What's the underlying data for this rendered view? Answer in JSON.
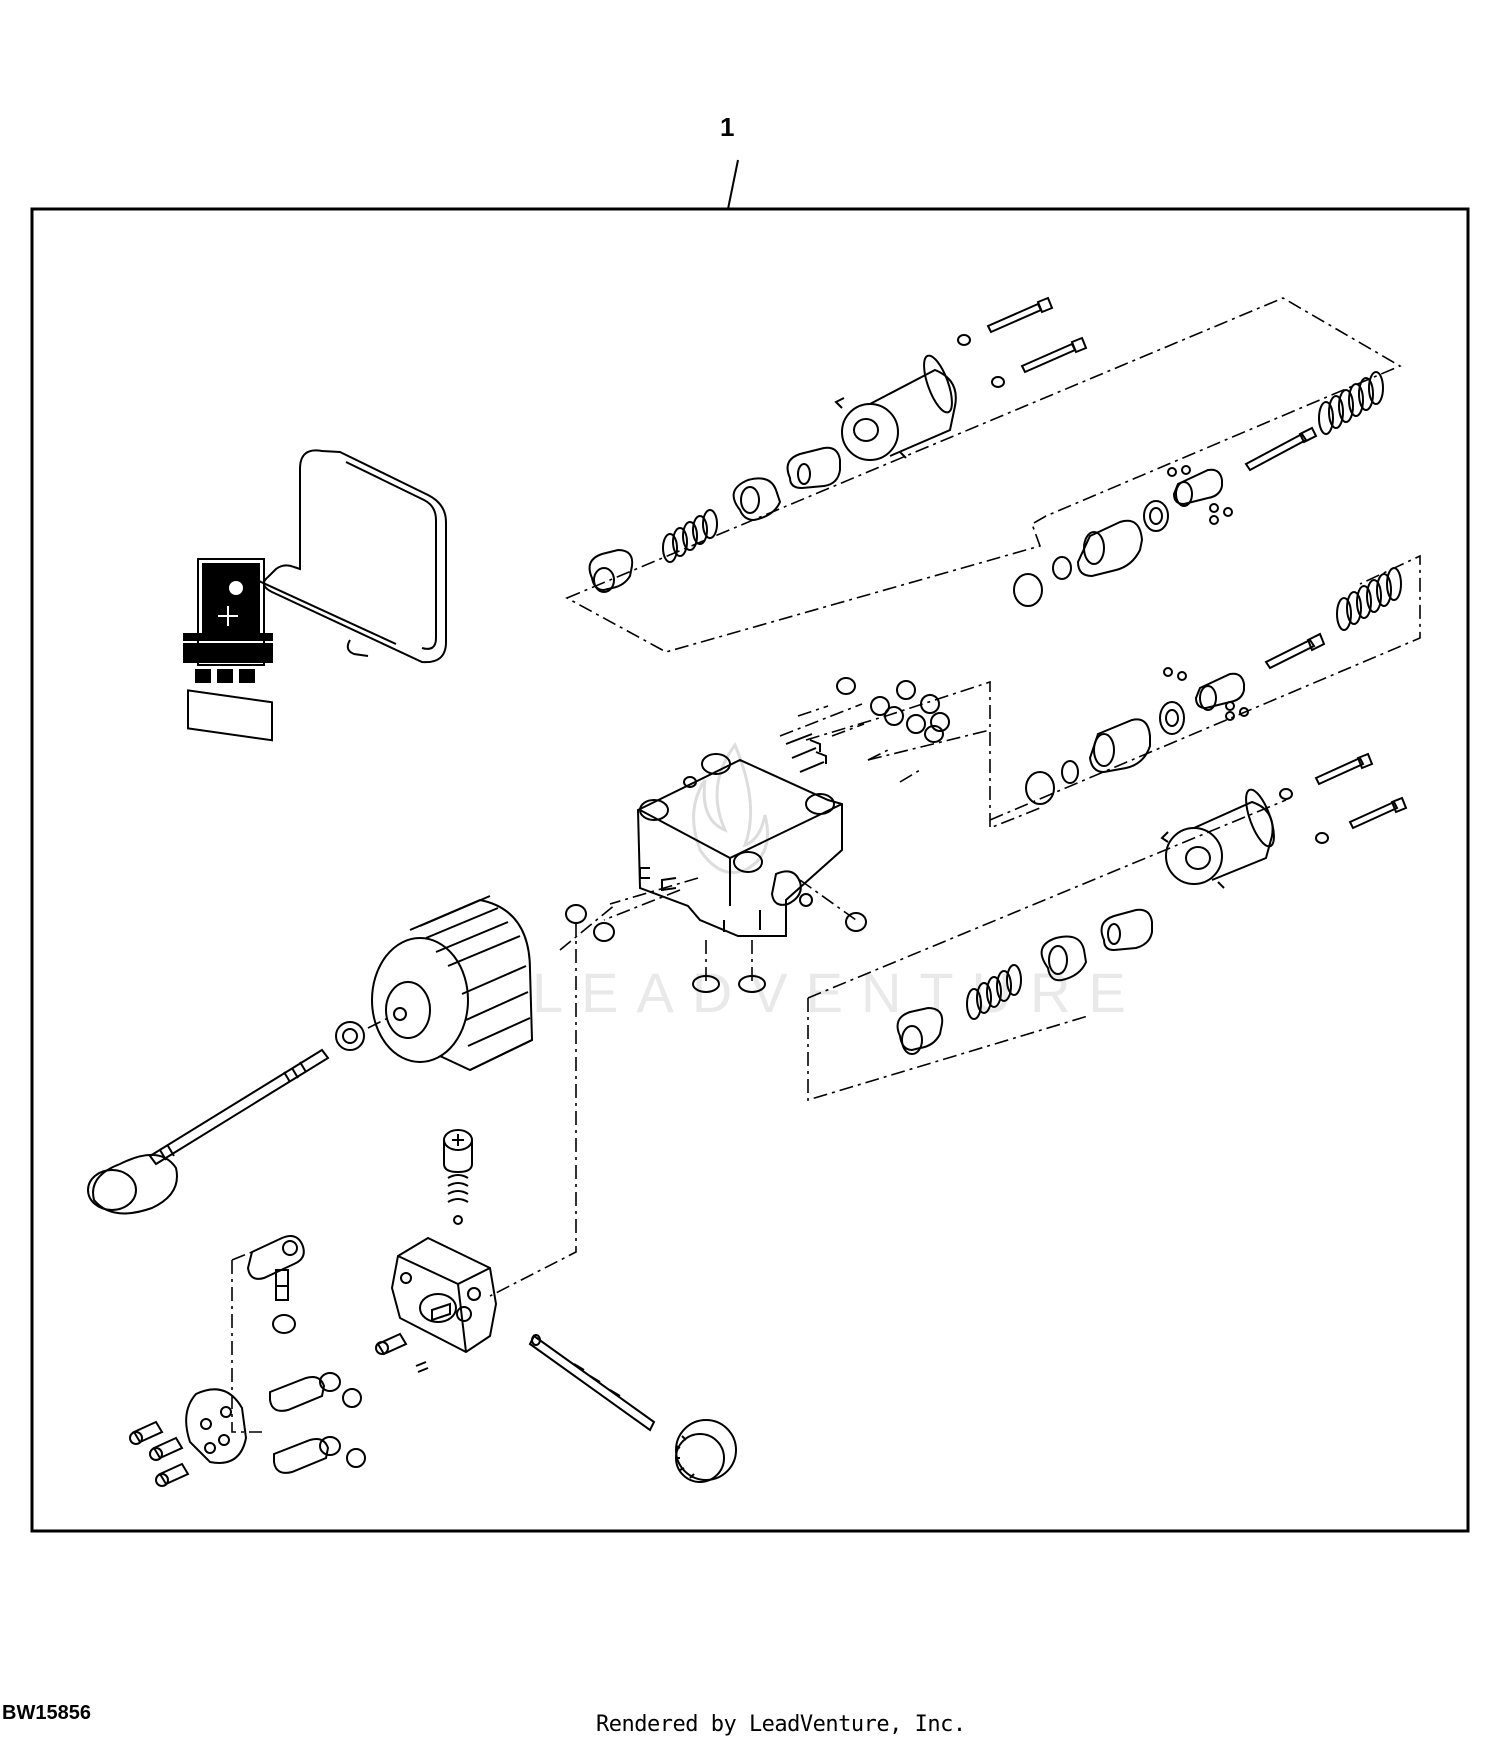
{
  "diagram": {
    "callout_number": "1",
    "figure_id": "BW15856",
    "watermark_text": "LEADVENTURE",
    "footer_credit": "Rendered by LeadVenture, Inc."
  },
  "colors": {
    "line": "#000000",
    "background": "#ffffff",
    "watermark": "#d8d8d8"
  }
}
